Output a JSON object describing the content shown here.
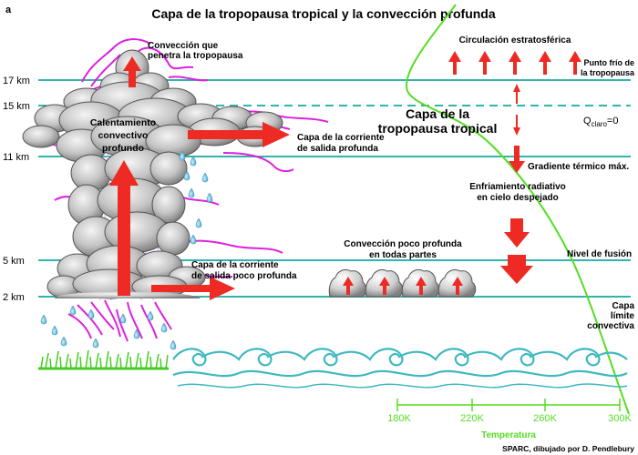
{
  "figure": {
    "panel_letter": "a",
    "title": "Capa de la tropopausa tropical y la convección profunda",
    "credit": "SPARC, dibujado por D. Pendlebury"
  },
  "levels": {
    "km17": "17 km",
    "km15": "15 km",
    "km11": "11 km",
    "km5": "5 km",
    "km2": "2 km"
  },
  "labels": {
    "overshoot_line1": "Convección que",
    "overshoot_line2": "penetra la tropopausa",
    "warming_line1": "Calentamiento",
    "warming_line2": "convectivo",
    "warming_line3": "profundo",
    "deep_outflow_line1": "Capa de la corriente",
    "deep_outflow_line2": "de salida profunda",
    "shallow_outflow_line1": "Capa de la corriente",
    "shallow_outflow_line2": "de salida poco profunda",
    "shallow_conv_line1": "Convección poco profunda",
    "shallow_conv_line2": "en todas partes",
    "strat_circ": "Circulación estratosférica",
    "cold_point_line1": "Punto frío de",
    "cold_point_line2": "la tropopausa",
    "ttl_line1": "Capa de la",
    "ttl_line2": "tropopausa tropical",
    "q_main": "Q",
    "q_sub": "claro",
    "q_rest": "=0",
    "lapse": "Gradiente térmico máx.",
    "radcool_line1": "Enfriamiento radiativo",
    "radcool_line2": "en cielo despejado",
    "melting": "Nivel de fusión",
    "bl_line1": "Capa",
    "bl_line2": "límite",
    "bl_line3": "convectiva"
  },
  "temperature_axis": {
    "title": "Temperatura",
    "ticks": [
      "180K",
      "220K",
      "260K",
      "300K"
    ]
  },
  "colors": {
    "level_line": "#2fb5ad",
    "temperature": "#55dd22",
    "arrow": "#ee2a24",
    "streamline": "#dd22dd",
    "cloud": "#c8c8c8",
    "rain": "#4fb4d8",
    "grass": "#44cc22"
  }
}
